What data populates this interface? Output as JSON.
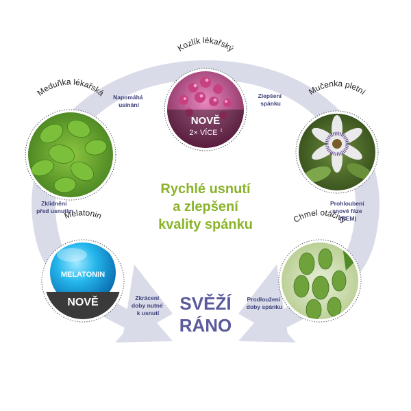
{
  "center": {
    "line1": "Rychlé usnutí",
    "line2": "a zlepšení",
    "line3": "kvality spánku",
    "color": "#8ab32a"
  },
  "bottom": {
    "line1": "SVĚŽÍ",
    "line2": "RÁNO",
    "color": "#5a5a9c"
  },
  "ring_color": "#d9dbe8",
  "circles": [
    {
      "name": "Kozlík lékařský",
      "image": "valerian-flower",
      "badge": "NOVĚ",
      "badge_sub": "2× VÍCE",
      "badge_sup": "1"
    },
    {
      "name": "Mučenka pletní",
      "image": "passion-flower"
    },
    {
      "name": "Chmel otáčivý",
      "image": "hops"
    },
    {
      "name": "Melatonin",
      "image": "melatonin-sphere",
      "sphere_text": "MELATONIN",
      "badge": "NOVĚ"
    },
    {
      "name": "Meduňka lékařská",
      "image": "lemon-balm-leaves"
    }
  ],
  "ring_texts": {
    "napomaha": [
      "Napomáhá",
      "usínání"
    ],
    "zlepseni": [
      "Zlepšení",
      "spánku"
    ],
    "prohloubeni": [
      "Prohloubení",
      "snové fáze",
      "(REM)"
    ],
    "prodlouzeni": [
      "Prodloužení",
      "doby spánku"
    ],
    "zkraceni": [
      "Zkrácení",
      "doby nutné",
      "k usnutí"
    ],
    "zklidneni": [
      "Zklidnění",
      "před usnutím"
    ]
  },
  "ring_text_color": "#3c3f7a"
}
